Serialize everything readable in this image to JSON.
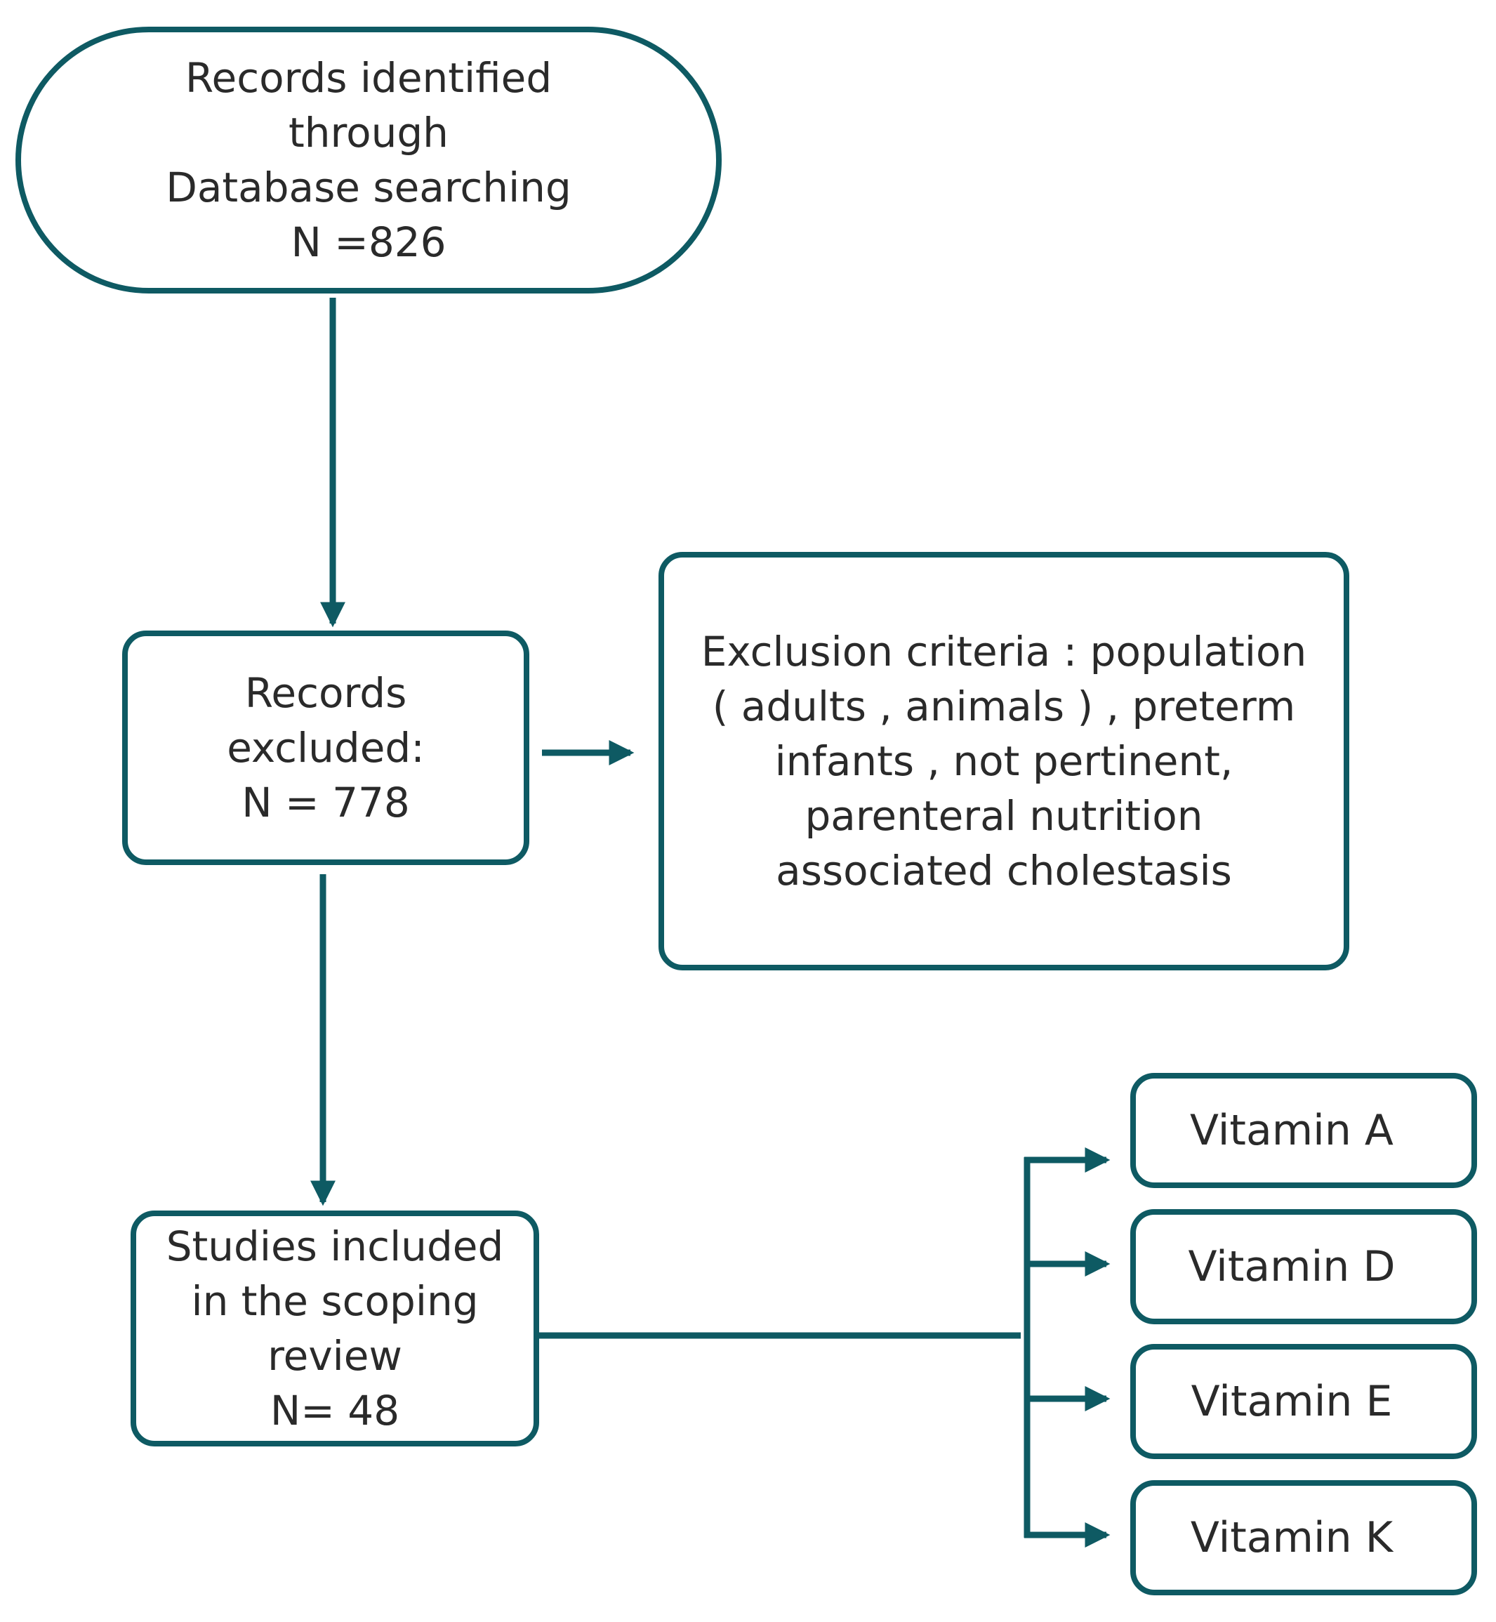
{
  "colors": {
    "stroke": "#0e5a63",
    "text": "#2a2a2a",
    "background": "#ffffff"
  },
  "nodes": {
    "identified": {
      "lines": [
        "Records identified",
        "through",
        "Database searching",
        "N =826"
      ]
    },
    "excluded": {
      "lines": [
        "Records",
        "excluded:",
        "N = 778"
      ]
    },
    "exclusion_criteria": {
      "lines": [
        "Exclusion criteria : population",
        "( adults , animals ) , preterm",
        "infants , not pertinent,",
        "parenteral nutrition",
        "associated cholestasis"
      ]
    },
    "included": {
      "lines": [
        "Studies included",
        "in the scoping",
        "review",
        "N= 48"
      ]
    },
    "vitamins": [
      "Vitamin A",
      "Vitamin D",
      "Vitamin E",
      "Vitamin K"
    ]
  }
}
